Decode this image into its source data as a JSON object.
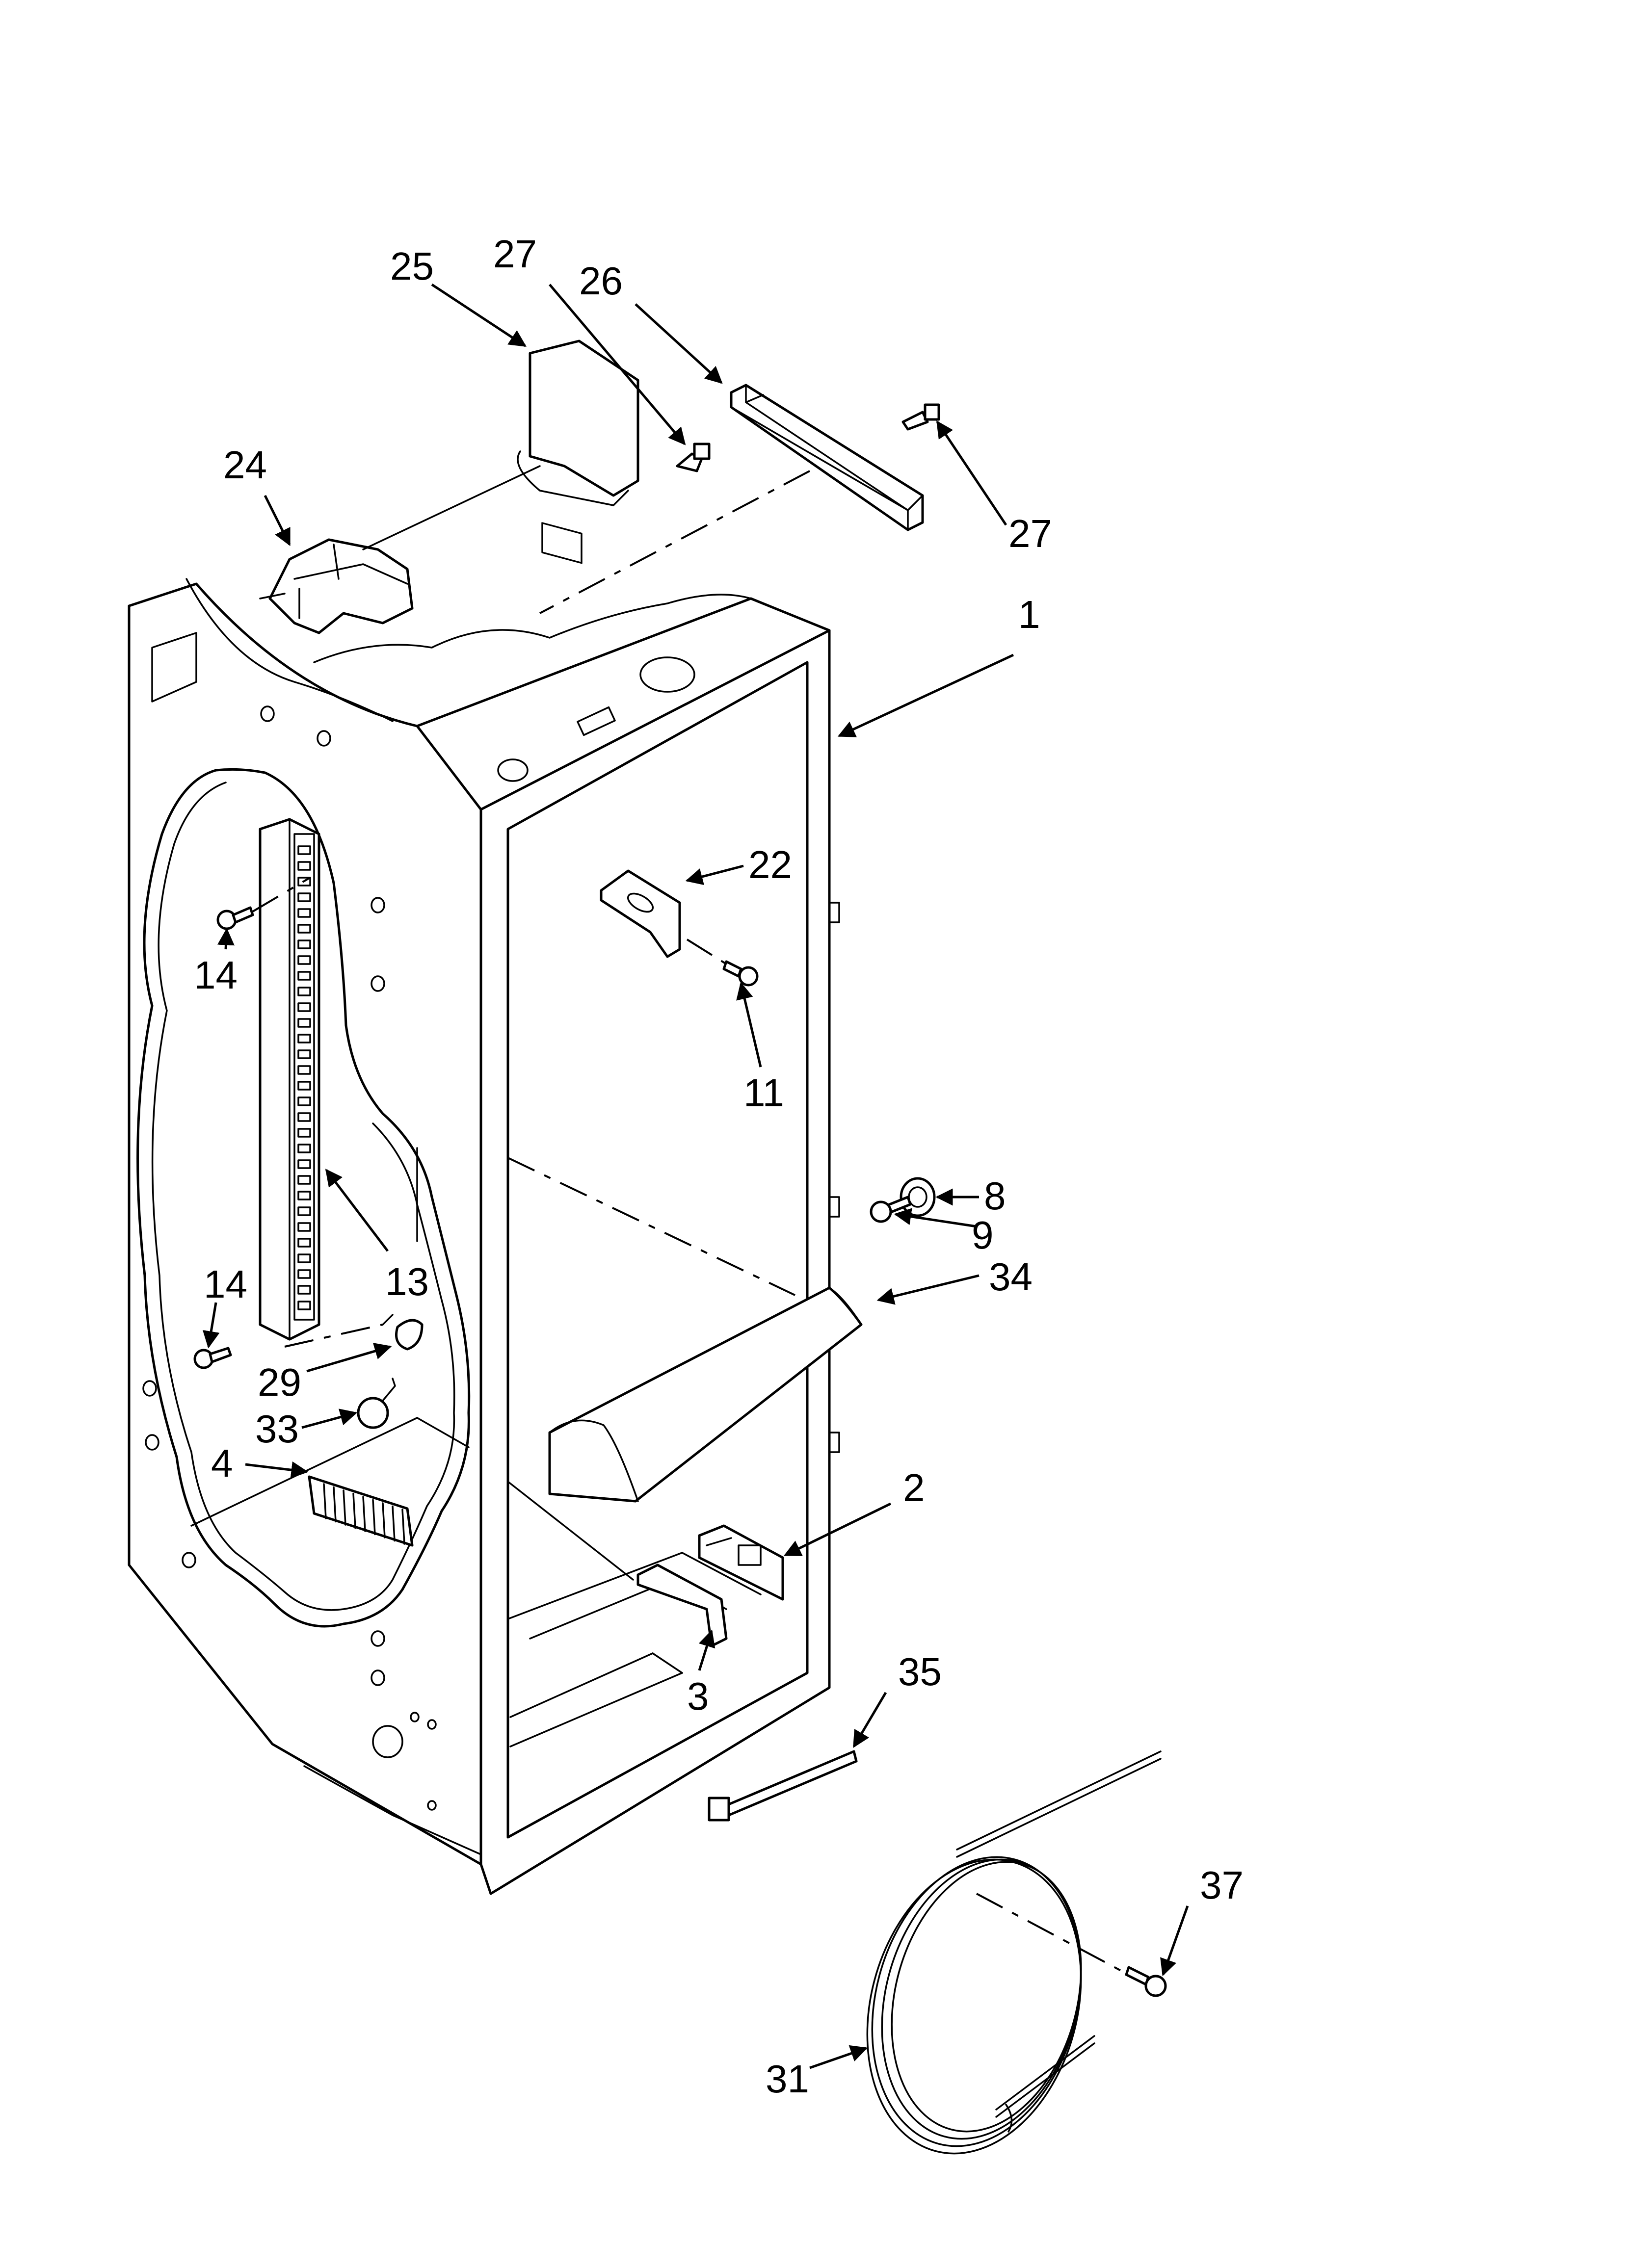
{
  "callouts": [
    {
      "id": "c25",
      "text": "25"
    },
    {
      "id": "c27a",
      "text": "27"
    },
    {
      "id": "c26",
      "text": "26"
    },
    {
      "id": "c24",
      "text": "24"
    },
    {
      "id": "c27b",
      "text": "27"
    },
    {
      "id": "c1",
      "text": "1"
    },
    {
      "id": "c22",
      "text": "22"
    },
    {
      "id": "c14a",
      "text": "14"
    },
    {
      "id": "c11",
      "text": "11"
    },
    {
      "id": "c8",
      "text": "8"
    },
    {
      "id": "c9",
      "text": "9"
    },
    {
      "id": "c13",
      "text": "13"
    },
    {
      "id": "c14b",
      "text": "14"
    },
    {
      "id": "c34",
      "text": "34"
    },
    {
      "id": "c29",
      "text": "29"
    },
    {
      "id": "c33",
      "text": "33"
    },
    {
      "id": "c4",
      "text": "4"
    },
    {
      "id": "c2",
      "text": "2"
    },
    {
      "id": "c3",
      "text": "3"
    },
    {
      "id": "c35",
      "text": "35"
    },
    {
      "id": "c37",
      "text": "37"
    },
    {
      "id": "c31",
      "text": "31"
    }
  ]
}
